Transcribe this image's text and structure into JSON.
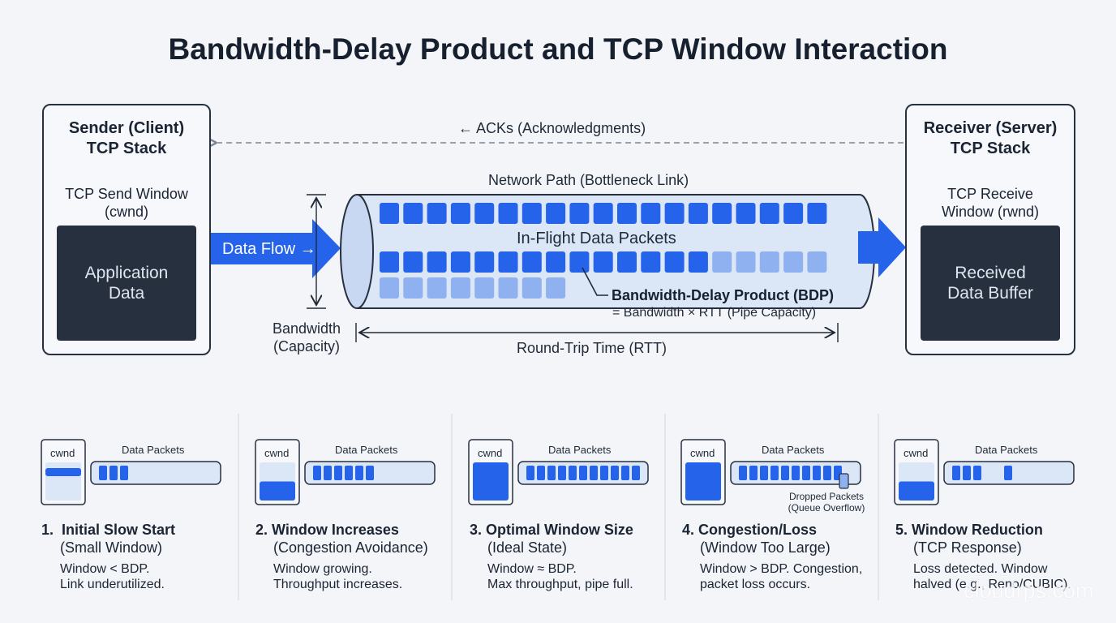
{
  "title": "Bandwidth-Delay Product and TCP Window Interaction",
  "sender": {
    "title_line1": "Sender (Client)",
    "title_line2": "TCP Stack",
    "window_line1": "TCP Send Window",
    "window_line2": "(cwnd)",
    "box_line1": "Application",
    "box_line2": "Data"
  },
  "receiver": {
    "title_line1": "Receiver (Server)",
    "title_line2": "TCP Stack",
    "window_line1": "TCP Receive",
    "window_line2": "Window (rwnd)",
    "box_line1": "Received",
    "box_line2": "Data Buffer"
  },
  "acks_label": "← ACKs (Acknowledgments)",
  "network_path_label": "Network Path (Bottleneck Link)",
  "data_flow_label": "Data Flow →",
  "in_flight_label": "In-Flight Data Packets",
  "bdp_label": "Bandwidth-Delay Product (BDP)",
  "bdp_formula": "= Bandwidth × RTT (Pipe Capacity)",
  "bandwidth_label_line1": "Bandwidth",
  "bandwidth_label_line2": "(Capacity)",
  "rtt_label": "Round-Trip Time (RTT)",
  "steps": [
    {
      "number": "1.",
      "title": "Initial Slow Start",
      "subtitle": "(Small Window)",
      "desc_line1": "Window < BDP.",
      "desc_line2": "Link underutilized.",
      "cwnd_label": "cwnd",
      "packets_label": "Data Packets",
      "window_fill": 0.1,
      "packets_in_flight": 3
    },
    {
      "number": "2.",
      "title": "Window Increases",
      "subtitle": "(Congestion Avoidance)",
      "desc_line1": "Window growing.",
      "desc_line2": "Throughput increases.",
      "cwnd_label": "cwnd",
      "packets_label": "Data Packets",
      "window_fill": 0.5,
      "packets_in_flight": 6
    },
    {
      "number": "3.",
      "title": "Optimal Window Size",
      "subtitle": "(Ideal State)",
      "desc_line1": "Window ≈ BDP.",
      "desc_line2": "Max throughput, pipe full.",
      "cwnd_label": "cwnd",
      "packets_label": "Data Packets",
      "window_fill": 1.0,
      "packets_in_flight": 11
    },
    {
      "number": "4.",
      "title": "Congestion/Loss",
      "subtitle": "(Window Too Large)",
      "desc_line1": "Window > BDP. Congestion,",
      "desc_line2": "packet loss occurs.",
      "cwnd_label": "cwnd",
      "packets_label": "Data Packets",
      "dropped_line1": "Dropped Packets",
      "dropped_line2": "(Queue Overflow)",
      "window_fill": 1.0,
      "packets_in_flight": 10
    },
    {
      "number": "5.",
      "title": "Window Reduction",
      "subtitle": "(TCP Response)",
      "desc_line1": "Loss detected. Window",
      "desc_line2": "halved (e.g., Reno/CUBIC).",
      "cwnd_label": "cwnd",
      "packets_label": "Data Packets",
      "window_fill": 0.5,
      "packets_in_flight": 4
    }
  ],
  "watermark": "cloudrps.com",
  "colors": {
    "accent": "#2563eb",
    "dark": "#27303f",
    "pipe": "#dbe6f7",
    "light_packet": "#8fb1ef"
  }
}
